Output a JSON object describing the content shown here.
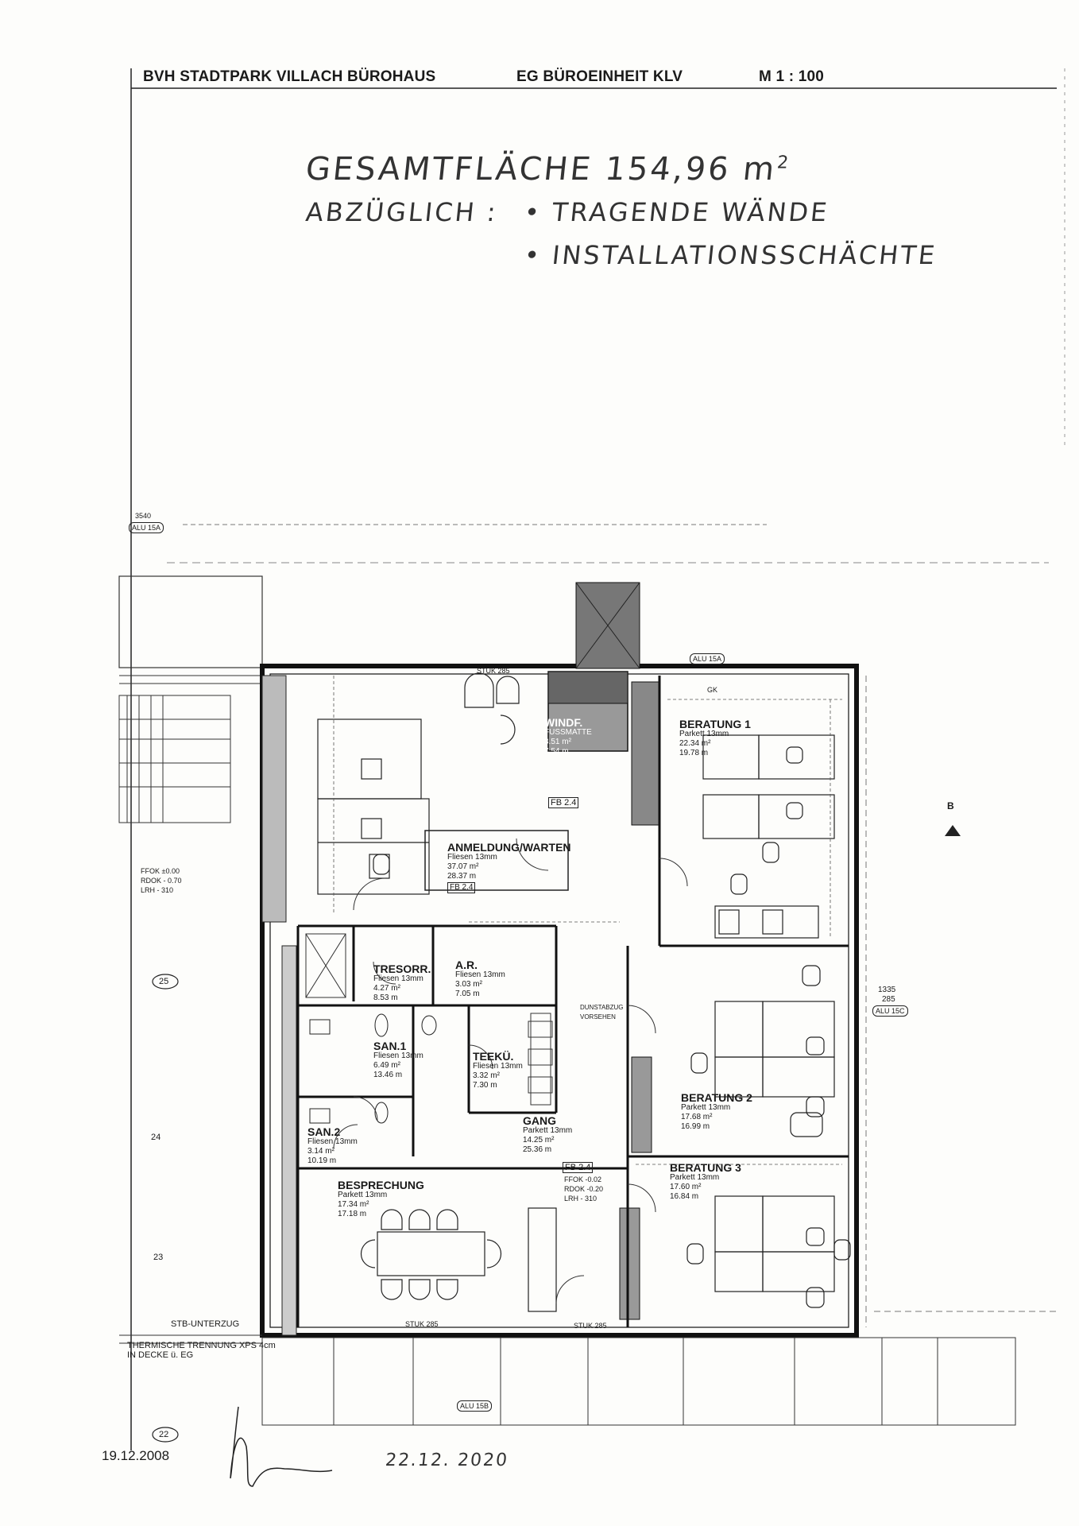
{
  "header": {
    "project": "BVH STADTPARK VILLACH BÜROHAUS",
    "unit": "EG BÜROEINHEIT KLV",
    "scale": "M 1 : 100"
  },
  "note": {
    "line1": "GESAMTFLÄCHE 154,96 m",
    "superscript": "2",
    "line2": "ABZÜGLICH :",
    "item1": "TRAGENDE WÄNDE",
    "item2": "INSTALLATIONSSCHÄCHTE"
  },
  "rooms": {
    "anmeldung": {
      "name": "ANMELDUNG/WARTEN",
      "floor": "Fliesen 13mm",
      "area": "37.07 m²",
      "perimeter": "28.37 m",
      "tag": "FB 2.4"
    },
    "beratung1": {
      "name": "BERATUNG 1",
      "floor": "Parkett 13mm",
      "area": "22.34 m²",
      "perimeter": "19.78 m"
    },
    "beratung2": {
      "name": "BERATUNG 2",
      "floor": "Parkett 13mm",
      "area": "17.68 m²",
      "perimeter": "16.99 m"
    },
    "beratung3": {
      "name": "BERATUNG 3",
      "floor": "Parkett 13mm",
      "area": "17.60 m²",
      "perimeter": "16.84 m"
    },
    "windf": {
      "name": "WINDF.",
      "floor": "FUSSMATTE",
      "area": "3.51 m²",
      "perimeter": "7.54 m"
    },
    "tresor": {
      "name": "TRESORR.",
      "floor": "Fliesen 13mm",
      "area": "4.27 m²",
      "perimeter": "8.53 m"
    },
    "ar": {
      "name": "A.R.",
      "floor": "Fliesen 13mm",
      "area": "3.03 m²",
      "perimeter": "7.05 m"
    },
    "san1": {
      "name": "SAN.1",
      "floor": "Fliesen 13mm",
      "area": "6.49 m²",
      "perimeter": "13.46 m"
    },
    "san2": {
      "name": "SAN.2",
      "floor": "Fliesen 13mm",
      "area": "3.14 m²",
      "perimeter": "10.19 m"
    },
    "teekue": {
      "name": "TEEKÜ.",
      "floor": "Fliesen 13mm",
      "area": "3.32 m²",
      "perimeter": "7.30 m"
    },
    "gang": {
      "name": "GANG",
      "floor": "Parkett 13mm",
      "area": "14.25 m²",
      "perimeter": "25.36 m"
    },
    "besprechung": {
      "name": "BESPRECHUNG",
      "floor": "Parkett 13mm",
      "area": "17.34 m²",
      "perimeter": "17.18 m"
    }
  },
  "labels": {
    "fb24": "FB 2.4",
    "fb24b": "FB 2.4",
    "stb": "STB-UNTERZUG",
    "thermal": "THERMISCHE TRENNUNG XPS 4cm",
    "thermal2": "IN DECKE ü. EG",
    "alu_top": "ALU 15A",
    "alu_right": "ALU 15C",
    "alu_bottom": "ALU 15B",
    "alu_topleft": "ALU 15A",
    "dim_right": "1335",
    "dim_right2": "285",
    "dim_topleft": "3540",
    "stuk_top": "STUK 285",
    "stuk_bottom": "STUK 285",
    "stuk_bottom2": "STUK 285",
    "section": "B",
    "ffok_left": "FFOK ±0.00",
    "rdok_left": "RDOK - 0.70",
    "lrh_left": "LRH - 310",
    "ffok_mid": "FFOK -0.02",
    "rdok_mid": "RDOK -0.20",
    "lrh_mid": "LRH - 310",
    "dunst": "DUNSTABZUG VORSEHEN",
    "gk": "GK",
    "grid25": "25",
    "grid24": "24",
    "grid23": "23",
    "grid22": "22"
  },
  "footer": {
    "date": "19.12.2008",
    "handdate": "22.12. 2020"
  }
}
